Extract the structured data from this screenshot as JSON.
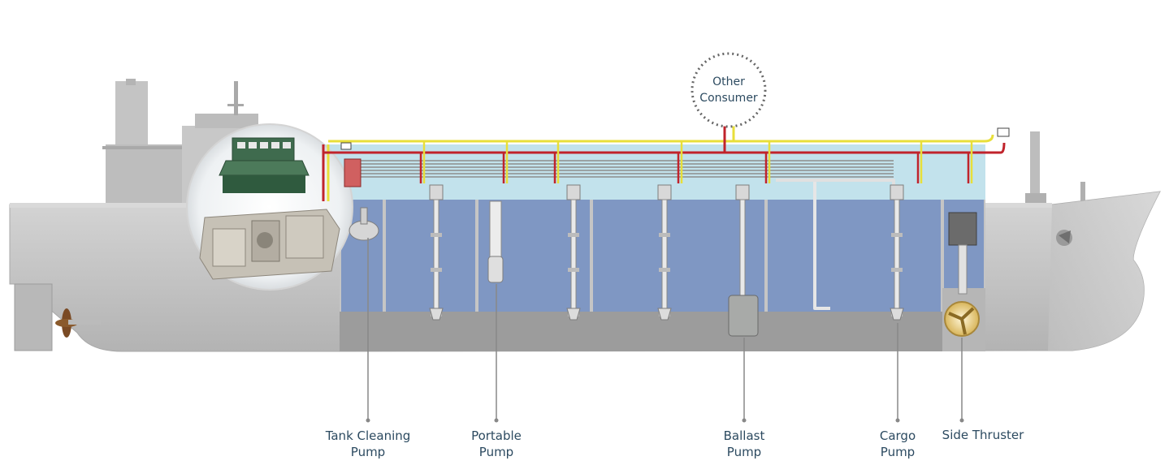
{
  "consumer": {
    "line1": "Other",
    "line2": "Consumer"
  },
  "labels": [
    {
      "id": "tank-cleaning",
      "line1": "Tank Cleaning",
      "line2": "Pump"
    },
    {
      "id": "portable",
      "line1": "Portable",
      "line2": "Pump"
    },
    {
      "id": "ballast",
      "line1": "Ballast",
      "line2": "Pump"
    },
    {
      "id": "cargo",
      "line1": "Cargo",
      "line2": "Pump"
    },
    {
      "id": "side-thruster",
      "line1": "Side Thruster",
      "line2": ""
    }
  ],
  "colors": {
    "hull": "#c9c9c9",
    "hull_dark": "#a9a9a9",
    "tank_top": "#bfe2ec",
    "tank": "#7f97c3",
    "tank_bottom": "#9a9a9a",
    "pipe_red": "#c0232b",
    "pipe_yellow": "#e8df3a",
    "pipe_gray": "#8c8c8c",
    "label": "#2c4a60"
  }
}
